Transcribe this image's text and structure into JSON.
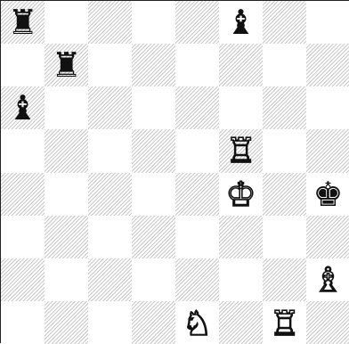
{
  "board": {
    "rows": 8,
    "cols": 8,
    "first_square": "dark",
    "colors": {
      "light": "#ffffff",
      "dark_hatch": "#c8c8c8",
      "white_piece_fill": "#ffffff",
      "black_piece_fill": "#111111",
      "outline": "#111111"
    },
    "pieces": [
      {
        "row": 0,
        "col": 0,
        "color": "black",
        "type": "rook",
        "glyph": "♜",
        "icon": "black-rook-icon"
      },
      {
        "row": 0,
        "col": 5,
        "color": "black",
        "type": "bishop",
        "glyph": "♝",
        "icon": "black-bishop-icon"
      },
      {
        "row": 1,
        "col": 1,
        "color": "black",
        "type": "rook",
        "glyph": "♜",
        "icon": "black-rook-icon"
      },
      {
        "row": 2,
        "col": 0,
        "color": "black",
        "type": "bishop",
        "glyph": "♝",
        "icon": "black-bishop-icon"
      },
      {
        "row": 3,
        "col": 5,
        "color": "white",
        "type": "rook",
        "glyph": "♖",
        "icon": "white-rook-icon"
      },
      {
        "row": 4,
        "col": 5,
        "color": "white",
        "type": "king",
        "glyph": "♔",
        "icon": "white-king-icon"
      },
      {
        "row": 4,
        "col": 7,
        "color": "black",
        "type": "king",
        "glyph": "♚",
        "icon": "black-king-icon"
      },
      {
        "row": 6,
        "col": 7,
        "color": "white",
        "type": "bishop",
        "glyph": "♗",
        "icon": "white-bishop-icon"
      },
      {
        "row": 7,
        "col": 4,
        "color": "white",
        "type": "knight",
        "glyph": "♘",
        "icon": "white-knight-icon",
        "partial": true
      },
      {
        "row": 7,
        "col": 6,
        "color": "white",
        "type": "rook",
        "glyph": "♖",
        "icon": "white-rook-icon",
        "partial": true
      }
    ]
  }
}
